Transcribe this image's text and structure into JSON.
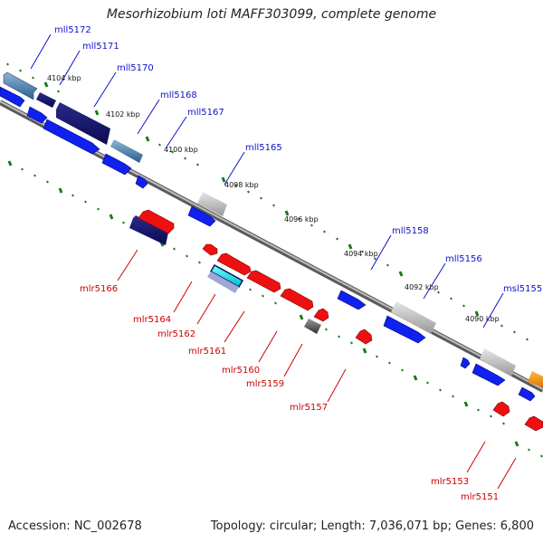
{
  "title": "Mesorhizobium loti MAFF303099, complete genome",
  "accession": "Accession: NC_002678",
  "topology": "Topology: circular; Length: 7,036,071 bp; Genes: 6,800",
  "colors": {
    "forward_label": "#1010cc",
    "reverse_label": "#cc0000",
    "backbone": "#8a8a8a",
    "tick": "#1a7a1a"
  },
  "kbp_labels": [
    "4104 kbp",
    "4102 kbp",
    "4100 kbp",
    "4098 kbp",
    "4096 kbp",
    "4094 kbp",
    "4092 kbp",
    "4090 kbp"
  ],
  "forward_genes": [
    "mll5172",
    "mll5171",
    "mll5170",
    "mll5168",
    "mll5167",
    "mll5165",
    "mll5158",
    "mll5156",
    "msl5155"
  ],
  "reverse_genes": [
    "mlr5166",
    "mlr5164",
    "mlr5162",
    "mlr5161",
    "mlr5160",
    "mlr5159",
    "mlr5157",
    "mlr5153",
    "mlr5151"
  ]
}
